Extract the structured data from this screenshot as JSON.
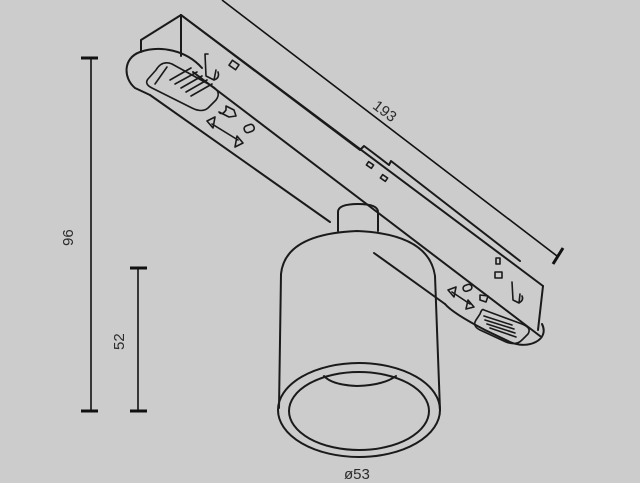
{
  "drawing": {
    "subject": "track spotlight dimension drawing",
    "background_color": "#cccccc",
    "line_color": "#1a1a1a",
    "dimensions": {
      "length": {
        "value": "193",
        "orientation": "diagonal"
      },
      "total_height": {
        "value": "96",
        "orientation": "vertical"
      },
      "head_height": {
        "value": "52",
        "orientation": "vertical"
      },
      "diameter": {
        "value": "ø53",
        "orientation": "horizontal"
      }
    }
  }
}
